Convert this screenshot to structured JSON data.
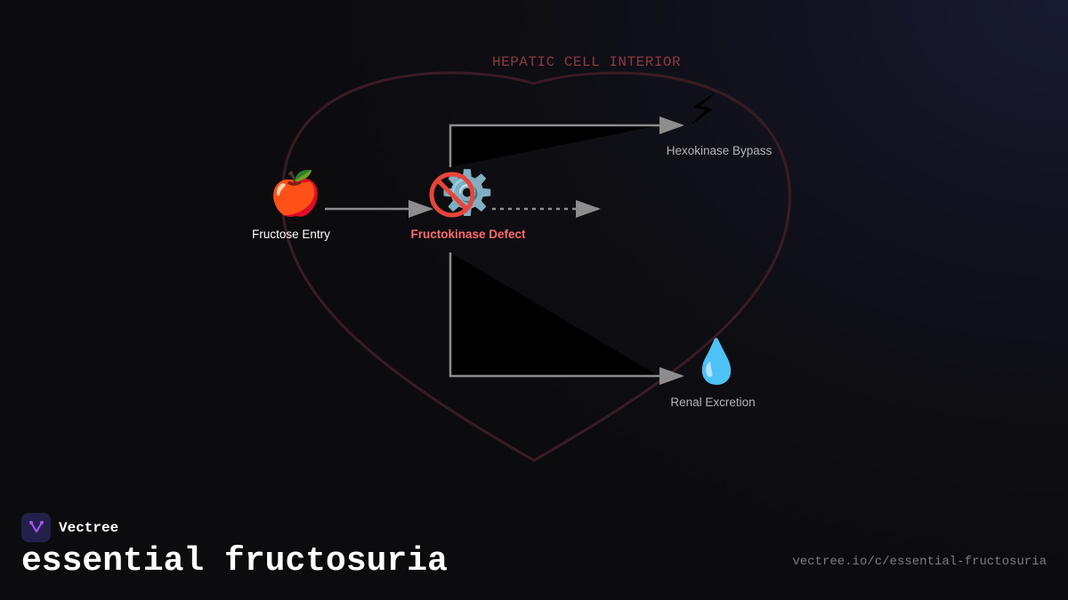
{
  "diagram": {
    "region_label": "HEPATIC CELL INTERIOR",
    "nodes": {
      "fructose": {
        "label": "Fructose Entry",
        "icon": "apple-icon",
        "glyph": "🍎"
      },
      "fructokinase": {
        "label": "Fructokinase Defect",
        "icon": "gear-icon",
        "glyph": "⚙️",
        "overlay_icon": "prohibited-icon"
      },
      "hexokinase": {
        "label": "Hexokinase Bypass",
        "icon": "lightning-icon",
        "glyph": "⚡"
      },
      "renal": {
        "label": "Renal Excretion",
        "icon": "droplet-icon",
        "glyph": "💧"
      }
    },
    "edges": [
      {
        "from": "fructose",
        "to": "fructokinase",
        "style": "solid"
      },
      {
        "from": "fructokinase",
        "to": "blocked",
        "style": "dotted"
      },
      {
        "from": "fructokinase",
        "to": "hexokinase",
        "style": "solid"
      },
      {
        "from": "fructokinase",
        "to": "renal",
        "style": "solid"
      }
    ]
  },
  "colors": {
    "arrow": "#8d8d8d",
    "heart_outline": "#3a1c22",
    "region_label": "#8a3a42",
    "defect_label": "#ff6b6b",
    "entry_label": "#ffffff",
    "secondary_label": "#b4b4b8",
    "brand_accent": "#a855f7"
  },
  "footer": {
    "brand_name": "Vectree",
    "brand_icon": "vectree-logo-icon",
    "title": "essential fructosuria",
    "url": "vectree.io/c/essential-fructosuria"
  }
}
